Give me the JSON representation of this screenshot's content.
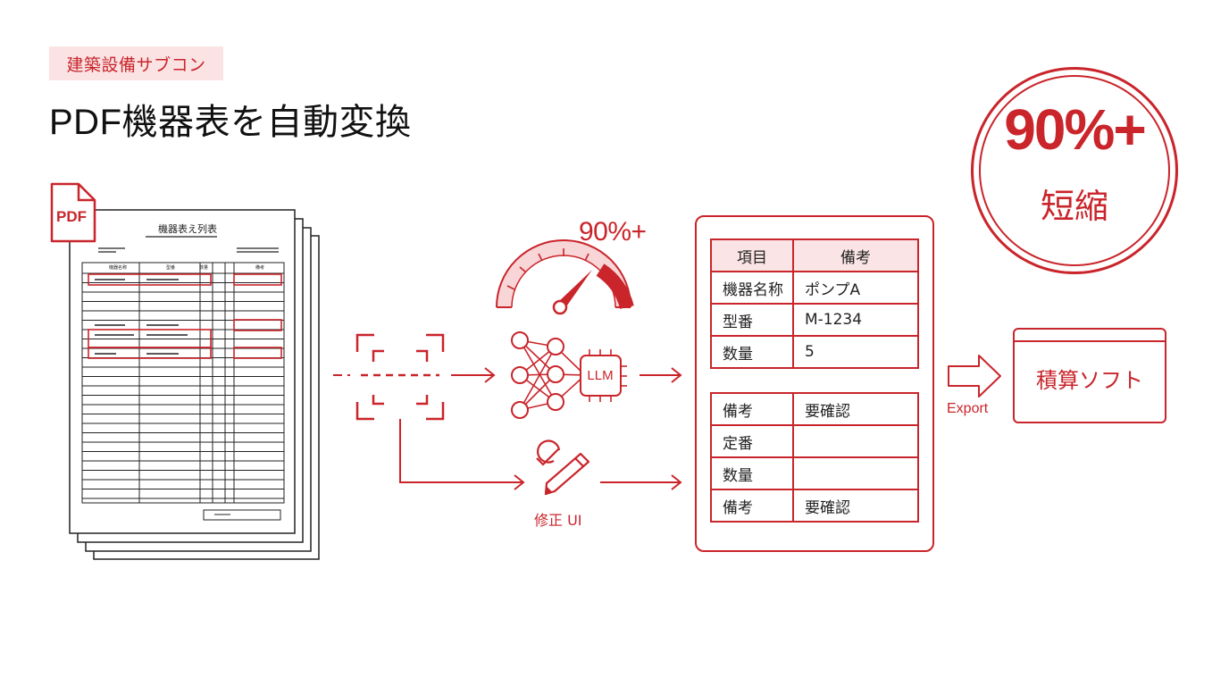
{
  "header": {
    "tag": "建築設備サブコン",
    "title": "PDF機器表を自動変換"
  },
  "badge": {
    "value": "90%+",
    "label": "短縮"
  },
  "source_document": {
    "file_type_badge": "PDF",
    "doc_title": "機器表え列表",
    "column_headers": [
      "機器名称",
      "型番",
      "数量",
      "備考"
    ]
  },
  "speed_gauge": {
    "value": "90%+",
    "level_fraction": 0.9
  },
  "model": {
    "label": "LLM"
  },
  "correction": {
    "label": "修正 UI"
  },
  "results": {
    "top_table": {
      "headers": [
        "項目",
        "備考"
      ],
      "rows": [
        [
          "機器名称",
          "ポンプA"
        ],
        [
          "型番",
          "M-1234"
        ],
        [
          "数量",
          "5"
        ]
      ]
    },
    "bottom_table": {
      "rows": [
        [
          "備考",
          "要確認"
        ],
        [
          "定番",
          ""
        ],
        [
          "数量",
          ""
        ],
        [
          "備考",
          "要確認"
        ]
      ]
    }
  },
  "export": {
    "label": "Export",
    "target": "積算ソフト"
  },
  "colors": {
    "accent": "#c9252b",
    "accent_light": "#fbe3e4",
    "text": "#111111"
  },
  "icons": [
    "pdf-file-icon",
    "scan-frame-icon",
    "neural-network-icon",
    "chip-icon",
    "speed-gauge-icon",
    "check-icon",
    "pencil-icon",
    "export-arrow-icon"
  ]
}
